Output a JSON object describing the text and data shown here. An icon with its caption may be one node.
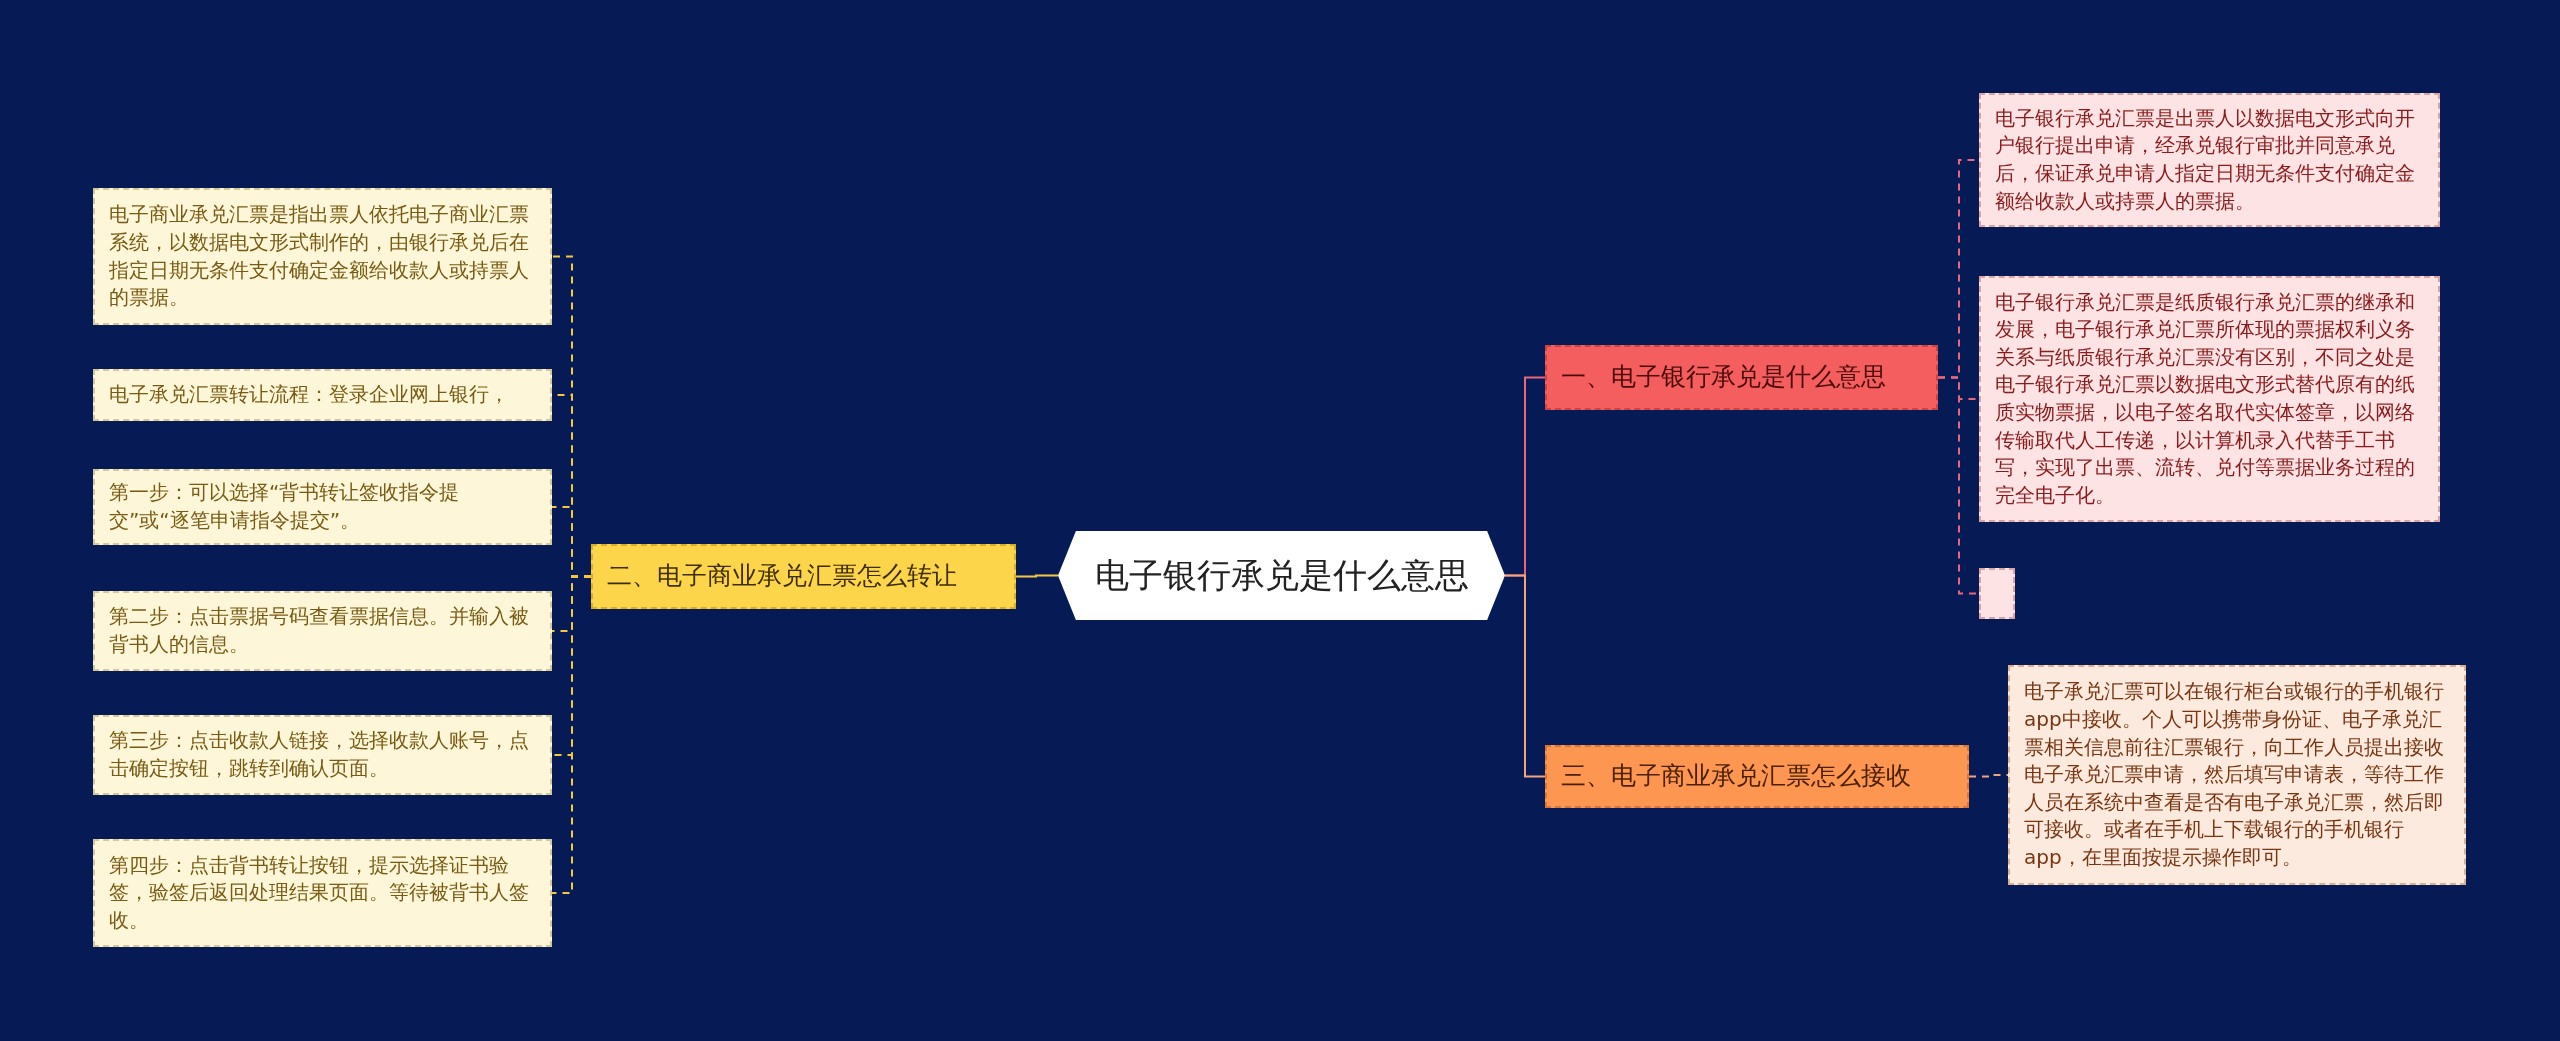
{
  "diagram": {
    "nodes": [
      {
        "text": [
          "电子银行承兑是什么意思"
        ]
      },
      {
        "text": [
          "一、电子银行承兑是什么意思"
        ]
      },
      {
        "text": [
          "电子银行承兑汇票是出票人以数据电文形式向开户银行提出申请，经承兑银行审批并同意承兑后，保证承兑申请人指定日期无条件支付确定金额给收款人或持票人的票据。"
        ]
      },
      {
        "text": [
          "电子银行承兑汇票是纸质银行承兑汇票的继承和发展，电子银行承兑汇票所体现的票据权利义务关系与纸质银行承兑汇票没有区别，不同之处是电子银行承兑汇票以数据电文形式替代原有的纸质实物票据，以电子签名取代实体签章，以网络传输取代人工传递，以计算机录入代替手工书写，实现了出票、流转、兑付等票据业务过程的完全电子化。"
        ]
      },
      {
        "text": [],
        "shape": "box"
      },
      {
        "text": [
          "三、电子商业承兑汇票怎么接收"
        ]
      },
      {
        "text": [
          "电子承兑汇票可以在银行柜台或银行的手机银行app中接收。个人可以携带身份证、电子承兑汇票相关信息前往汇票银行，向工作人员提出接收电子承兑汇票申请，然后填写申请表，等待工作人员在系统中查看是否有电子承兑汇票，然后即可接收。或者在手机上下载银行的手机银行app，在里面按提示操作即可。"
        ]
      },
      {
        "text": [
          "二、电子商业承兑汇票怎么转让"
        ]
      },
      {
        "text": [
          "电子商业承兑汇票是指出票人依托电子商业汇票系统，以数据电文形式制作的，由银行承兑后在指定日期无条件支付确定金额给收款人或持票人的票据。"
        ]
      },
      {
        "text": [
          "电子承兑汇票转让流程：登录企业网上银行，"
        ]
      },
      {
        "text": [
          "第一步：可以选择“背书转让签收指令提交”或“逐笔申请指令提交”。"
        ]
      },
      {
        "text": [
          "第二步：点击票据号码查看票据信息。并输入被背书人的信息。"
        ]
      },
      {
        "text": [
          "第三步：点击收款人链接，选择收款人账号，点击确定按钮，跳转到确认页面。"
        ]
      },
      {
        "text": [
          "第四步：点击背书转让按钮，提示选择证书验签，验签后返回处理结果页面。等待被背书人签收。"
        ]
      }
    ],
    "edges": [
      {
        "from": 0,
        "to": 1,
        "arrow": "none",
        "color": "#e8677c"
      },
      {
        "from": 1,
        "to": 2,
        "arrow": "none",
        "style": "dashed",
        "color": "#e8677c"
      },
      {
        "from": 1,
        "to": 3,
        "arrow": "none",
        "style": "dashed",
        "color": "#e8677c"
      },
      {
        "from": 1,
        "to": 4,
        "arrow": "none",
        "style": "dashed",
        "color": "#e8677c"
      },
      {
        "from": 0,
        "to": 5,
        "arrow": "none",
        "color": "#f6a27a"
      },
      {
        "from": 5,
        "to": 6,
        "arrow": "none",
        "style": "dashed",
        "color": "#f6a27a"
      },
      {
        "from": 0,
        "to": 7,
        "arrow": "none"
      },
      {
        "from": 7,
        "to": 8,
        "arrow": "none",
        "style": "dashed"
      },
      {
        "from": 7,
        "to": 9,
        "arrow": "none",
        "style": "dashed"
      },
      {
        "from": 7,
        "to": 10,
        "arrow": "none",
        "style": "dashed"
      },
      {
        "from": 7,
        "to": 11,
        "arrow": "none",
        "style": "dashed"
      },
      {
        "from": 7,
        "to": 12,
        "arrow": "none",
        "style": "dashed"
      },
      {
        "from": 7,
        "to": 13,
        "arrow": "none",
        "style": "dashed"
      }
    ]
  }
}
